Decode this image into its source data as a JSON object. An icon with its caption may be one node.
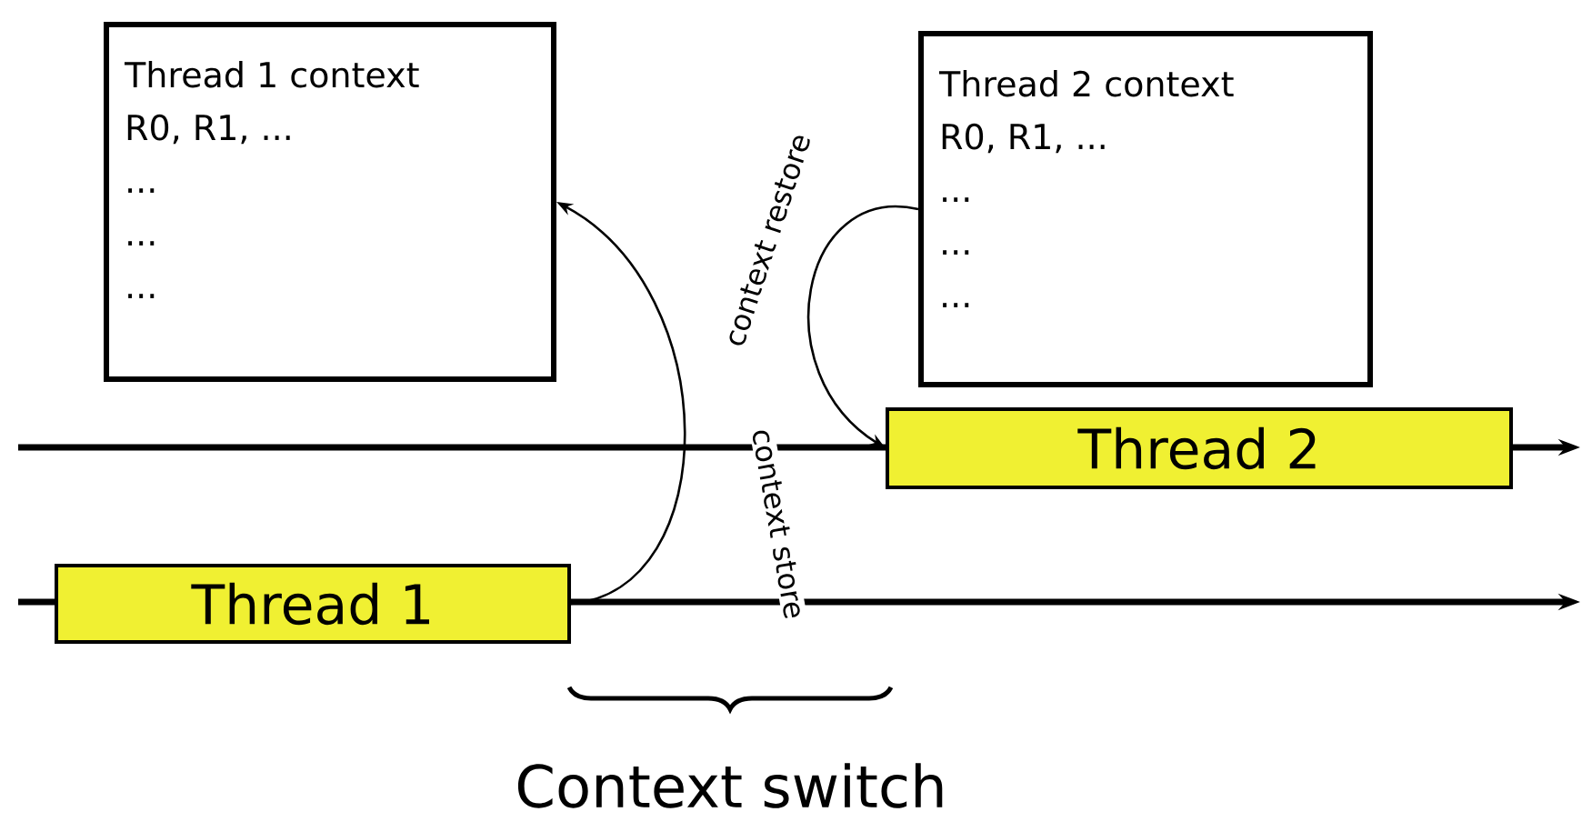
{
  "diagram": {
    "nodes": [
      {
        "text": [
          "Thread 1 context",
          "R0, R1, ...",
          "...",
          "...",
          "..."
        ]
      },
      {
        "text": [
          "Thread 2 context",
          "R0, R1, ...",
          "...",
          "...",
          "..."
        ]
      },
      {
        "text": [
          "Thread 2"
        ]
      },
      {
        "text": [
          "Thread 1"
        ]
      }
    ],
    "edges": [
      {
        "from": 3,
        "to": 0,
        "arrow": "to",
        "label": "context store"
      },
      {
        "from": 1,
        "to": 2,
        "arrow": "to",
        "label": "context restore"
      }
    ],
    "labels": [
      "Context switch"
    ]
  }
}
